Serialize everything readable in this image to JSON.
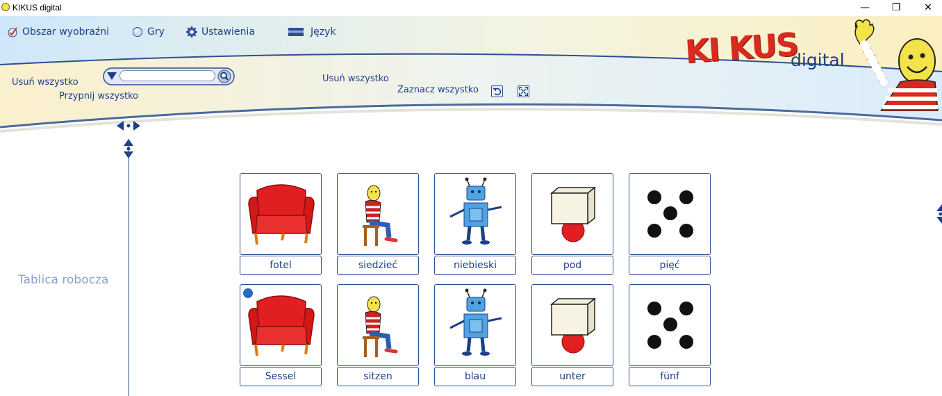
{
  "window": {
    "title": "KIKUS digital",
    "minimize": "—",
    "restore": "❐",
    "close": "✕"
  },
  "menu": {
    "items": [
      {
        "label": "Obszar wyobraźni"
      },
      {
        "label": "Gry"
      },
      {
        "label": "Ustawienia"
      },
      {
        "label": "Język"
      }
    ]
  },
  "toolbar": {
    "remove_all_left": "Usuń wszystko",
    "pin_all": "Przypnij wszystko",
    "remove_all_right": "Usuń wszystko",
    "select_all": "Zaznacz wszystko",
    "search_placeholder": ""
  },
  "logo": {
    "ki": "KI KUS",
    "digital": "digital"
  },
  "workspace": {
    "label": "Tablica robocza"
  },
  "cards_row1": [
    {
      "label": "fotel",
      "icon": "armchair"
    },
    {
      "label": "siedzieć",
      "icon": "sitting-figure"
    },
    {
      "label": "niebieski",
      "icon": "blue-robot"
    },
    {
      "label": "pod",
      "icon": "ball-under-box"
    },
    {
      "label": "pięć",
      "icon": "five-dots"
    }
  ],
  "cards_row2": [
    {
      "label": "Sessel",
      "icon": "armchair"
    },
    {
      "label": "sitzen",
      "icon": "sitting-figure"
    },
    {
      "label": "blau",
      "icon": "blue-robot"
    },
    {
      "label": "unter",
      "icon": "ball-under-box"
    },
    {
      "label": "fünf",
      "icon": "five-dots"
    }
  ],
  "colors": {
    "accent": "#1d3f8a",
    "logo_red": "#d62b1e",
    "header_cream": "#fbf4d2",
    "header_blue": "#d9ecfb"
  }
}
